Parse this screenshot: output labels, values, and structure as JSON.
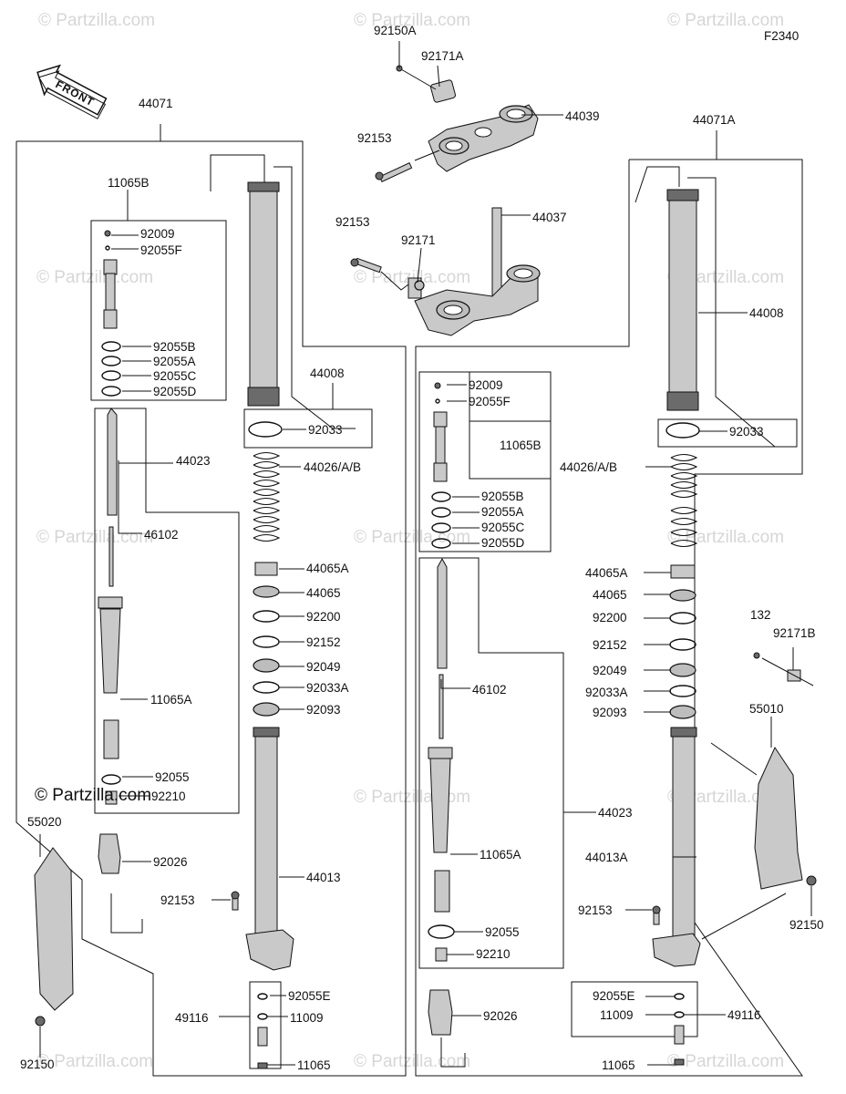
{
  "diagram_code": "F2340",
  "front_label": "FRONT",
  "watermark_text": "© Partzilla.com",
  "copyright_text": "© Partzilla.com",
  "parts": {
    "p44071": "44071",
    "p44071A": "44071A",
    "p92150A": "92150A",
    "p92171A": "92171A",
    "p44039": "44039",
    "p92153_upper": "92153",
    "p44037": "44037",
    "p92153_mid": "92153",
    "p92171": "92171",
    "l11065B": "11065B",
    "l92009": "92009",
    "l92055F": "92055F",
    "l92055B": "92055B",
    "l92055A": "92055A",
    "l92055C": "92055C",
    "l92055D": "92055D",
    "l44008": "44008",
    "l92033": "92033",
    "l44023": "44023",
    "l44026": "44026/A/B",
    "l46102": "46102",
    "l44065A": "44065A",
    "l44065": "44065",
    "l92200": "92200",
    "l92152": "92152",
    "l92049": "92049",
    "l92033A": "92033A",
    "l92093": "92093",
    "l11065A": "11065A",
    "l92055": "92055",
    "l92210": "92210",
    "l55020": "55020",
    "l92026": "92026",
    "l44013": "44013",
    "l92153": "92153",
    "l92055E": "92055E",
    "l49116": "49116",
    "l11009": "11009",
    "l92150": "92150",
    "l11065": "11065",
    "r44008": "44008",
    "r92009": "92009",
    "r92055F": "92055F",
    "r11065B": "11065B",
    "r92033": "92033",
    "r44026": "44026/A/B",
    "r92055B": "92055B",
    "r92055A": "92055A",
    "r92055C": "92055C",
    "r92055D": "92055D",
    "r44065A": "44065A",
    "r44065": "44065",
    "r92200": "92200",
    "r92152": "92152",
    "r92049": "92049",
    "r92033A": "92033A",
    "r92093": "92093",
    "r46102": "46102",
    "r132": "132",
    "r92171B": "92171B",
    "r55010": "55010",
    "r44023": "44023",
    "r11065A": "11065A",
    "r44013A": "44013A",
    "r92153": "92153",
    "r92150": "92150",
    "r92055": "92055",
    "r92210": "92210",
    "r92026": "92026",
    "r92055E": "92055E",
    "r11009": "11009",
    "r49116": "49116",
    "r11065": "11065"
  }
}
